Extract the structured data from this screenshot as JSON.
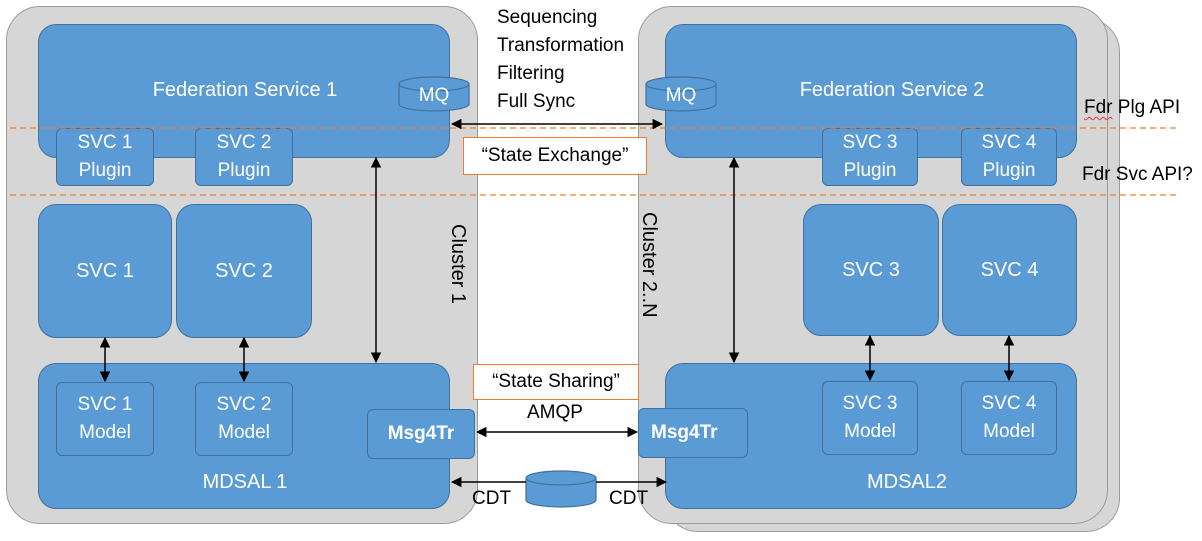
{
  "cluster1": {
    "label": "Cluster 1",
    "federation_service": "Federation Service 1",
    "mq": "MQ",
    "plugins": [
      {
        "line1": "SVC 1",
        "line2": "Plugin"
      },
      {
        "line1": "SVC 2",
        "line2": "Plugin"
      }
    ],
    "services": [
      "SVC 1",
      "SVC 2"
    ],
    "mdsal": "MDSAL 1",
    "models": [
      {
        "line1": "SVC 1",
        "line2": "Model"
      },
      {
        "line1": "SVC 2",
        "line2": "Model"
      }
    ],
    "msg": "Msg4Tr"
  },
  "cluster2": {
    "label": "Cluster 2..N",
    "federation_service": "Federation Service 2",
    "mq": "MQ",
    "plugins": [
      {
        "line1": "SVC 3",
        "line2": "Plugin"
      },
      {
        "line1": "SVC 4",
        "line2": "Plugin"
      }
    ],
    "services": [
      "SVC 3",
      "SVC 4"
    ],
    "mdsal": "MDSAL2",
    "models": [
      {
        "line1": "SVC 3",
        "line2": "Model"
      },
      {
        "line1": "SVC 4",
        "line2": "Model"
      }
    ],
    "msg": "Msg4Tr"
  },
  "features": [
    "Sequencing",
    "Transformation",
    "Filtering",
    "Full Sync"
  ],
  "state_exchange": "“State Exchange”",
  "state_sharing": "“State Sharing”",
  "amqp": "AMQP",
  "cdt_left": "CDT",
  "cdt_right": "CDT",
  "fdr_plg_api": {
    "squiggle": "Fdr",
    "rest": " Plg API"
  },
  "fdr_svc_api": "Fdr Svc API?",
  "colors": {
    "box_fill": "#5b9bd5",
    "box_border": "#41719c",
    "cluster_fill": "#d6d6d6",
    "callout_border": "#ed7d31",
    "dashed_line": "#ed7d31"
  }
}
